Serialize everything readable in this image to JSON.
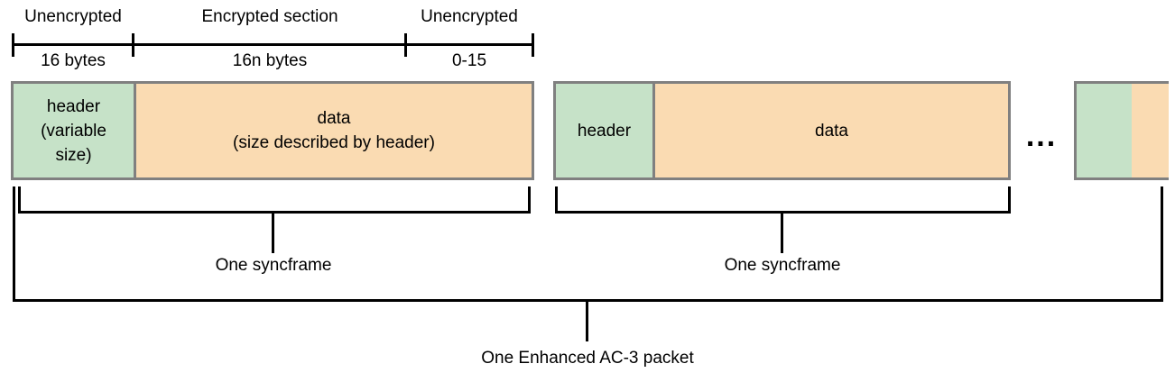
{
  "colors": {
    "header_fill": "#c6e2c8",
    "data_fill": "#fadbb2",
    "box_border": "#808080",
    "line": "#000000"
  },
  "ruler": {
    "segments": [
      {
        "label": "Unencrypted",
        "size": "16 bytes"
      },
      {
        "label": "Encrypted section",
        "size": "16n bytes"
      },
      {
        "label": "Unencrypted",
        "size": "0-15"
      }
    ]
  },
  "syncframes": [
    {
      "header": "header\n(variable\nsize)",
      "data": "data\n(size described by header)",
      "brace_label": "One syncframe"
    },
    {
      "header": "header",
      "data": "data",
      "brace_label": "One syncframe"
    }
  ],
  "ellipsis": "...",
  "packet_brace_label": "One Enhanced AC-3 packet"
}
